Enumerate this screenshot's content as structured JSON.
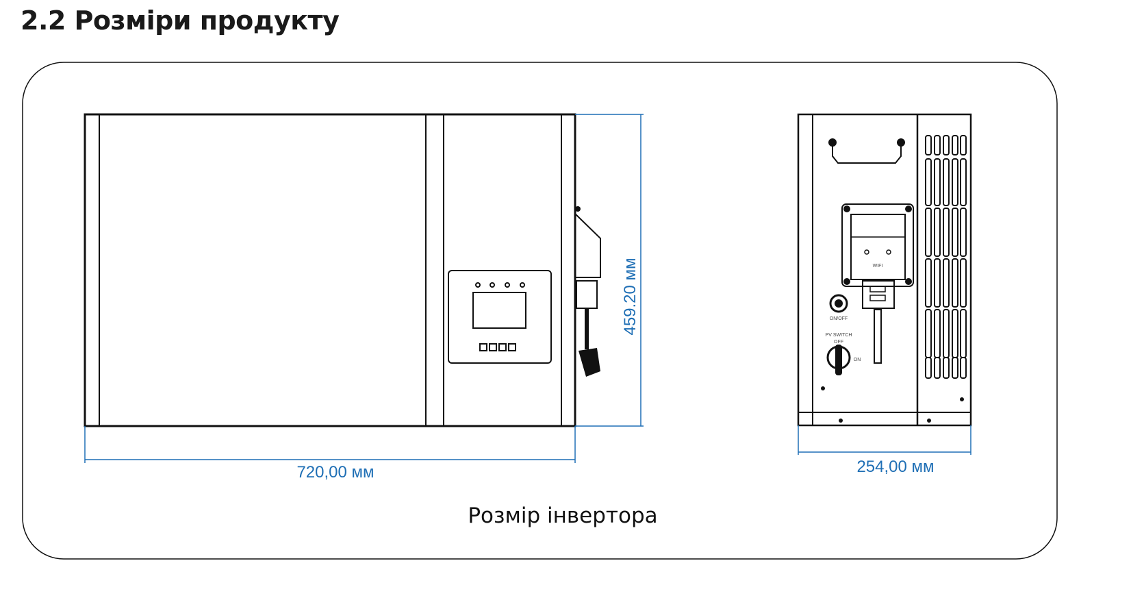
{
  "heading": "2.2 Розміри продукту",
  "figure": {
    "width_label": "720,00 мм",
    "height_label": "459.20 мм",
    "depth_label": "254,00 мм",
    "caption": "Розмір інвертора",
    "side_labels": {
      "wifi": "WIFI",
      "on_off": "ON/OFF",
      "pv_switch": "PV SWITCH",
      "off": "OFF",
      "on": "ON"
    },
    "dimension_color": "#1f6fb5"
  }
}
